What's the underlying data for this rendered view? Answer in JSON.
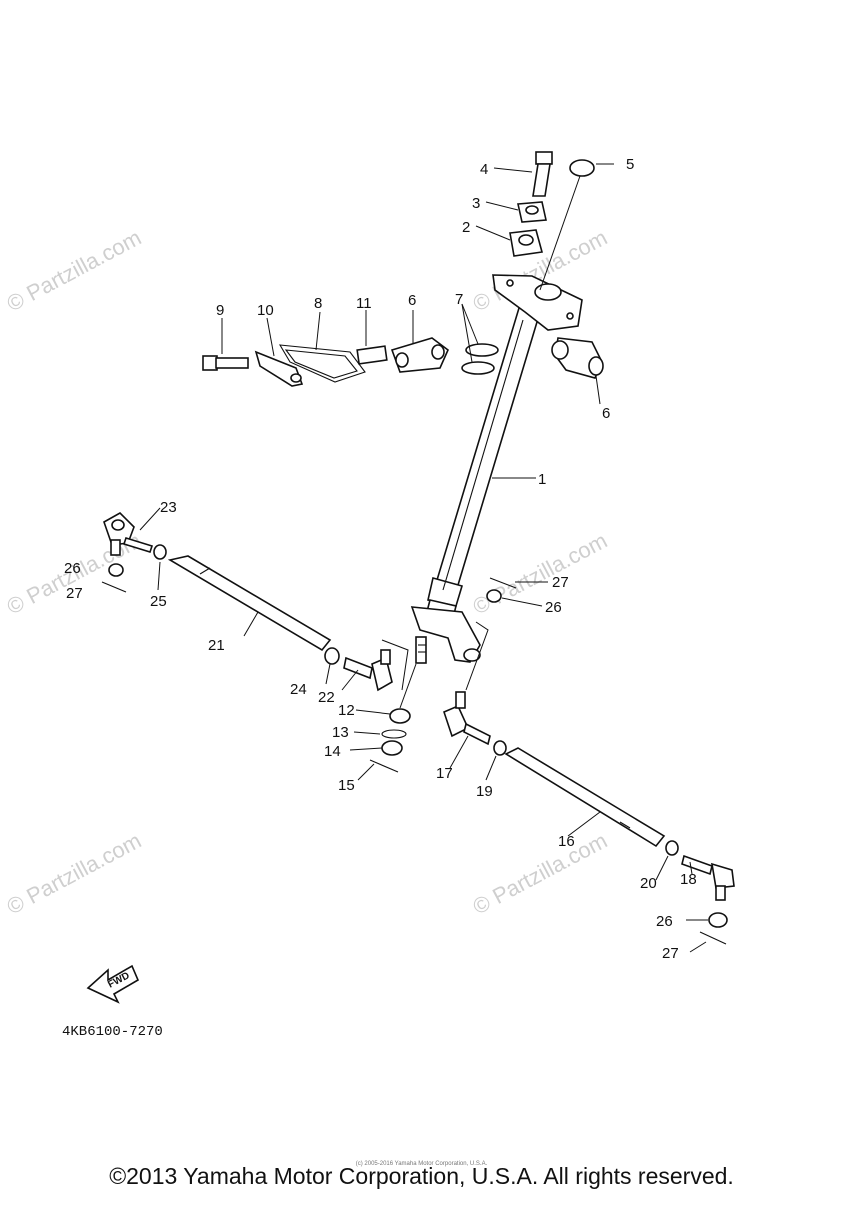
{
  "diagram": {
    "drawing_code": "4KB6100-7270",
    "fwd_label": "FWD",
    "watermark": "© Partzilla.com",
    "callouts": [
      "1",
      "2",
      "3",
      "4",
      "5",
      "6",
      "6",
      "7",
      "8",
      "9",
      "10",
      "11",
      "12",
      "13",
      "14",
      "15",
      "16",
      "17",
      "18",
      "19",
      "20",
      "21",
      "22",
      "23",
      "24",
      "25",
      "26",
      "26",
      "26",
      "27",
      "27",
      "27"
    ]
  },
  "footer": {
    "copyright": "©2013 Yamaha Motor Corporation, U.S.A. All rights reserved.",
    "small_print": "(c) 2005-2016 Yamaha Motor Corporation, U.S.A."
  }
}
